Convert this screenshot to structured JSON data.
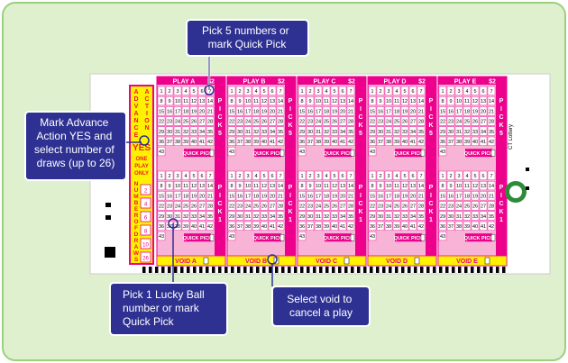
{
  "colors": {
    "page_bg": "#dff0cf",
    "frame": "#9bd07d",
    "ticket_bg": "#ffffff",
    "pink": "#ec008c",
    "light_pink": "#f7b4d6",
    "yellow": "#fff200",
    "callout": "#2e3192",
    "callout_border": "#ffffff",
    "ink": "#000000",
    "red_text": "#ed1c24"
  },
  "callouts": {
    "top": "Pick 5 numbers or mark Quick Pick",
    "top_lines": [
      "Pick 5 numbers or",
      "mark Quick Pick"
    ],
    "left": "Mark Advance Action YES and select number of draws (up to 26)",
    "left_lines": [
      "Mark Advance",
      "Action YES and",
      "select number of",
      "draws (up to 26)"
    ],
    "bottom_left": "Pick 1 Lucky Ball number or mark Quick Pick",
    "bottom_left_lines": [
      "Pick 1 Lucky Ball",
      "number or mark",
      "Quick Pick"
    ],
    "bottom_right": "Select void to cancel a play",
    "bottom_right_lines": [
      "Select void to",
      "cancel a play"
    ]
  },
  "side_panel": {
    "advance_action_letters": [
      "A",
      "D",
      "V",
      "A",
      "N",
      "C",
      "E"
    ],
    "action_letters": [
      "A",
      "C",
      "T",
      "I",
      "O",
      "N"
    ],
    "yes": "YES",
    "one_play_only": [
      "ONE",
      "PLAY",
      "ONLY"
    ],
    "number_of_draws_letters": [
      "N",
      "U",
      "M",
      "B",
      "E",
      "R",
      "O",
      "F",
      "D",
      "R",
      "A",
      "W",
      "S"
    ],
    "draw_options": [
      "2",
      "4",
      "6",
      "8",
      "10",
      "26"
    ]
  },
  "plays": [
    {
      "title": "PLAY A",
      "price": "$2",
      "void": "VOID A"
    },
    {
      "title": "PLAY B",
      "price": "$2",
      "void": "VOID B"
    },
    {
      "title": "PLAY C",
      "price": "$2",
      "void": "VOID C"
    },
    {
      "title": "PLAY D",
      "price": "$2",
      "void": "VOID D"
    },
    {
      "title": "PLAY E",
      "price": "$2",
      "void": "VOID E"
    }
  ],
  "pick5_side": [
    "P",
    "I",
    "C",
    "K",
    "5"
  ],
  "pick1_side": [
    "P",
    "I",
    "C",
    "K",
    "1"
  ],
  "quick_pick": "QUICK PICK",
  "numbers_max": 43,
  "right_edge": {
    "ct_lottery": "CT Lottery"
  }
}
